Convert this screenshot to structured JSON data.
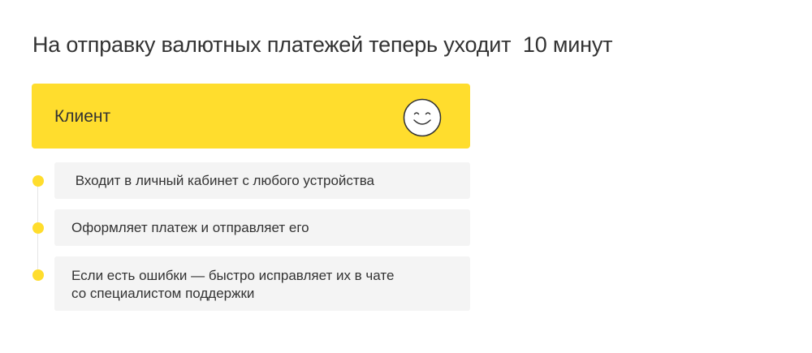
{
  "title": "На отправку валютных платежей теперь уходит  10 минут",
  "header": {
    "label": "Клиент",
    "icon": "smiley-face-icon",
    "color": "#ffdd2d"
  },
  "steps": [
    {
      "text": " Входит в личный кабинет с любого устройства"
    },
    {
      "text": "Оформляет платеж и отправляет его"
    },
    {
      "text": "Если есть ошибки — быстро исправляет их в чате\nсо специалистом поддержки"
    }
  ],
  "colors": {
    "accent": "#ffdd2d",
    "card_background": "#f4f4f4",
    "text": "#333333"
  }
}
